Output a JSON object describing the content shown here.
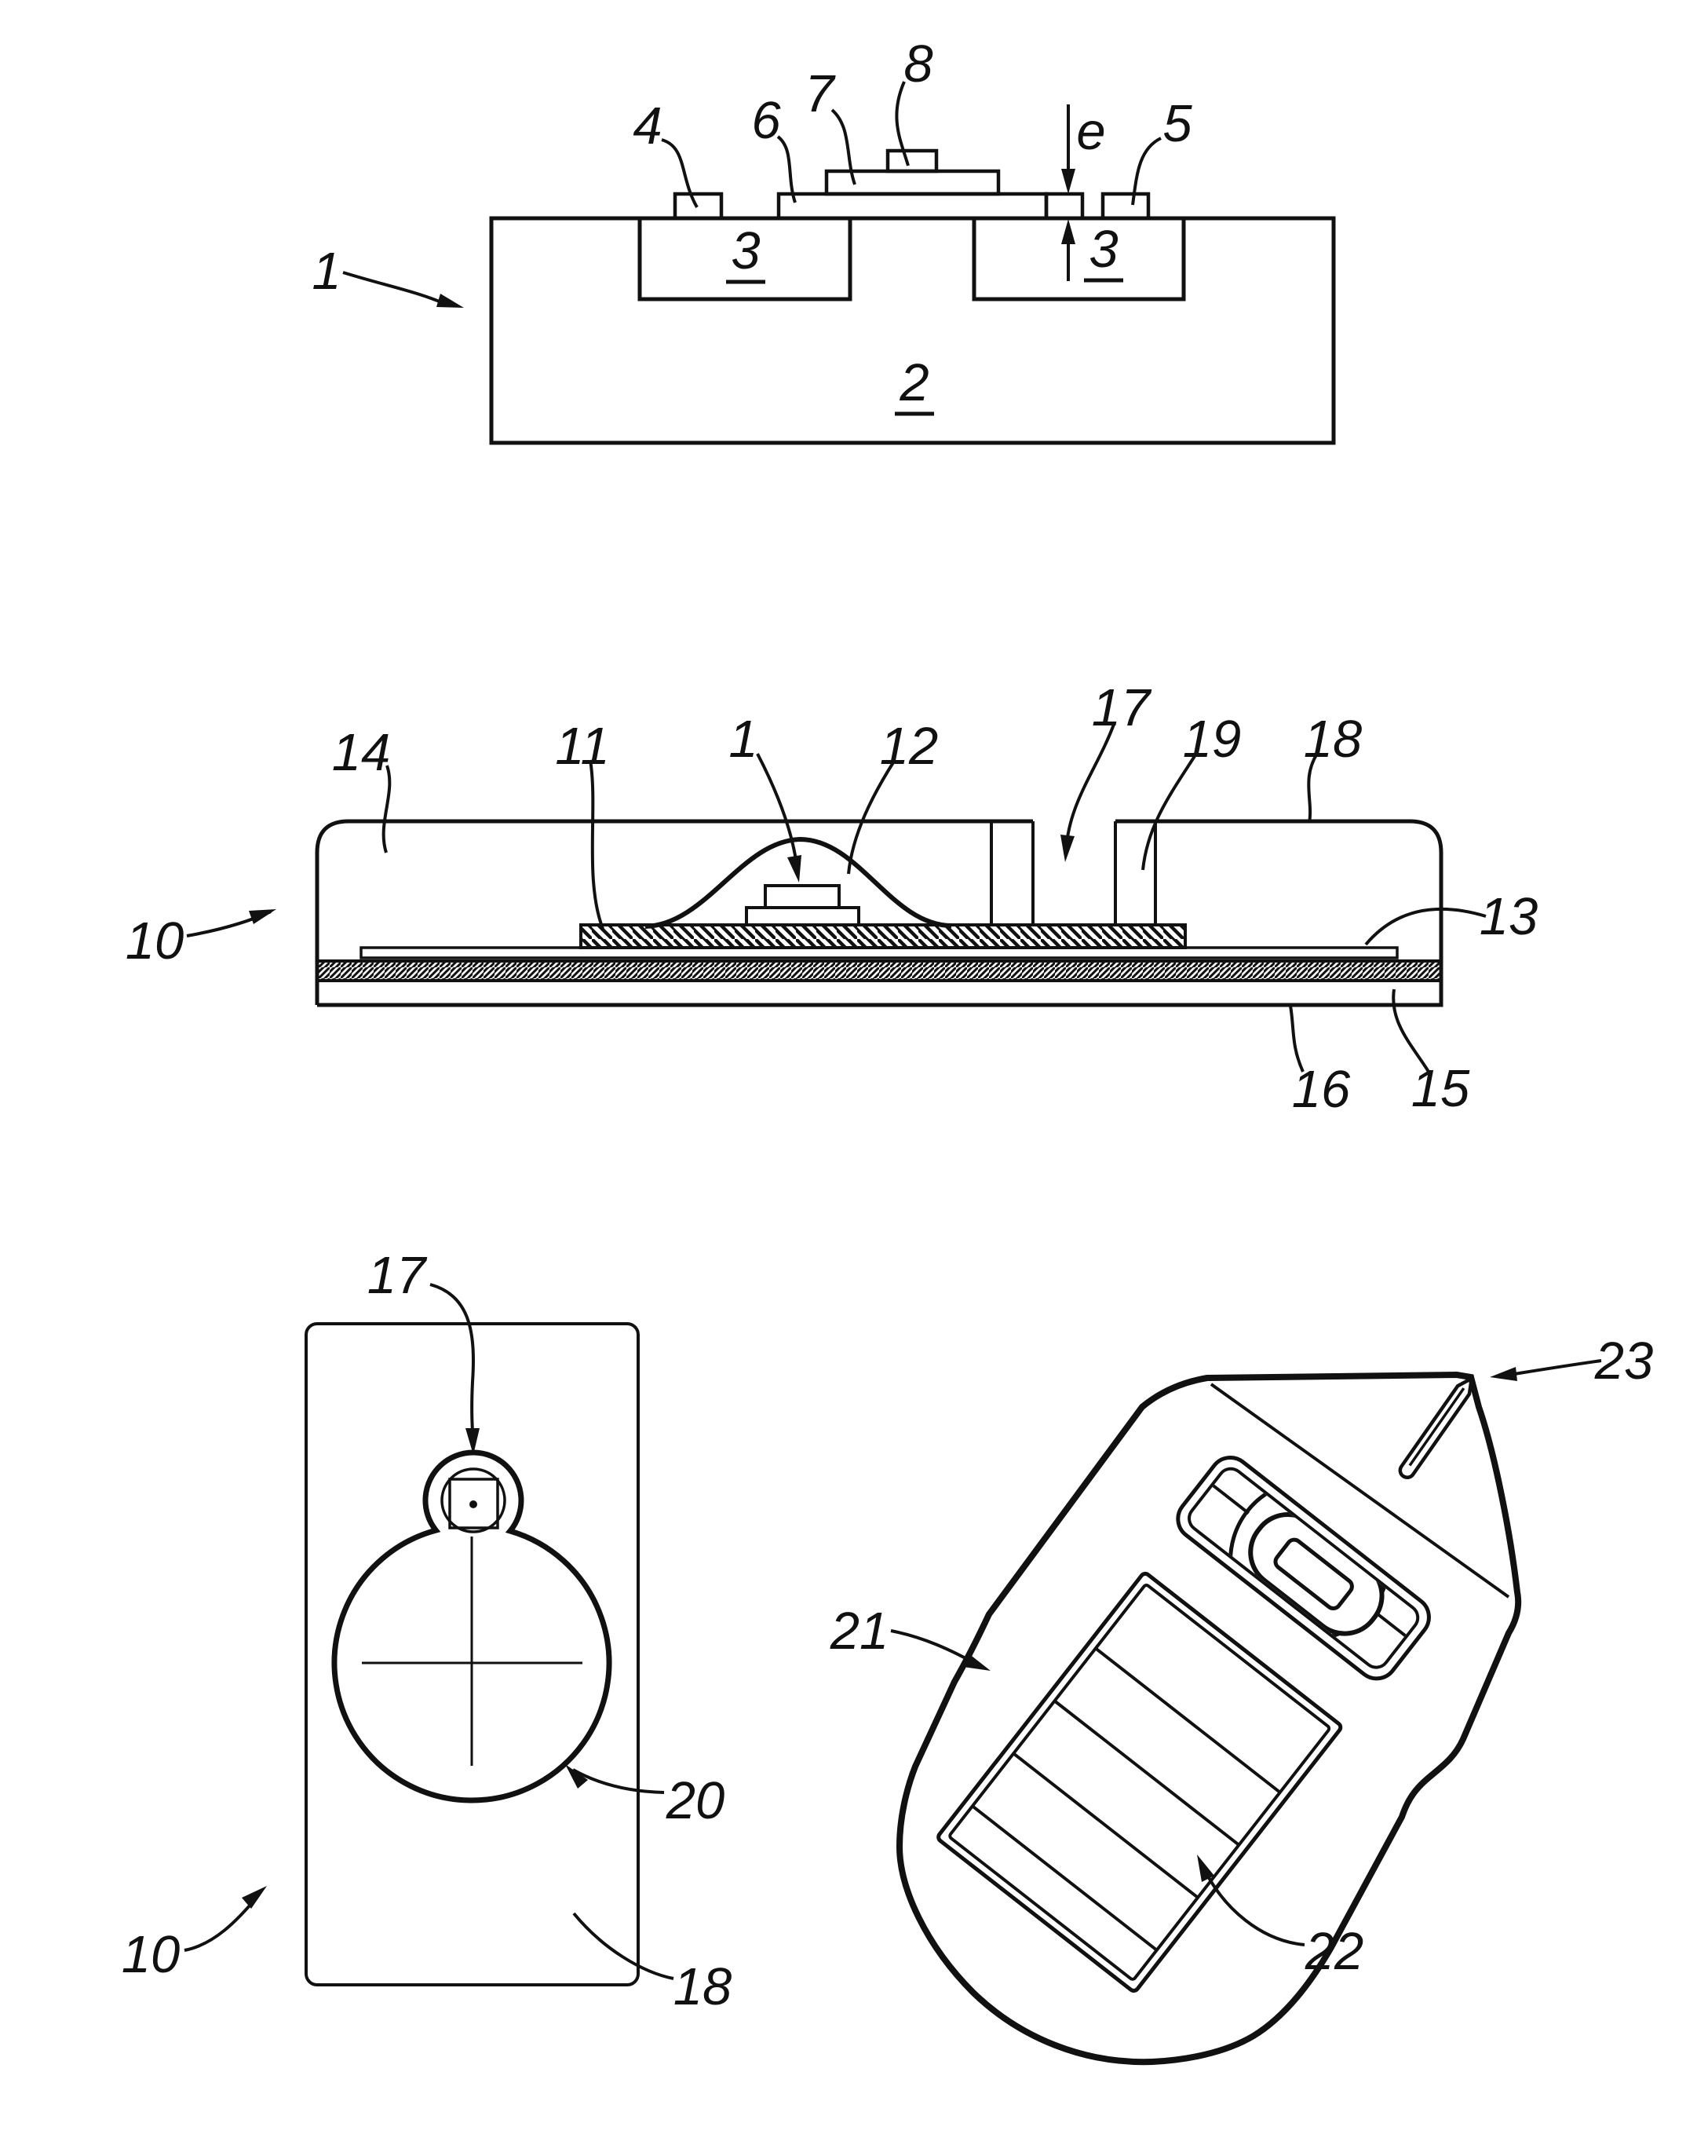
{
  "drawing": {
    "type": "patent-line-drawing",
    "ink_color": "#111111",
    "background_color": "#ffffff",
    "fig1_sensor_cross_section": {
      "labels": {
        "sensor_chip": "1",
        "substrate": "2",
        "well_left": "3",
        "well_right": "3",
        "contact_left": "4",
        "contact_right": "5",
        "lower_layer": "6",
        "middle_layer": "7",
        "top_element": "8",
        "thickness": "e"
      }
    },
    "fig2_package_cross_section": {
      "labels": {
        "package": "10",
        "die_attach_pad": "11",
        "sensor_chip": "1",
        "glob_top": "12",
        "substrate_film": "13",
        "cover_left": "14",
        "adhesive_layer": "15",
        "bottom_layer": "16",
        "opening": "17",
        "cover_right": "18",
        "opening_wall": "19"
      }
    },
    "fig3_card_top_view": {
      "labels": {
        "opening": "17",
        "window_circle": "20",
        "package": "10",
        "card_body": "18"
      }
    },
    "fig4_reader_device": {
      "labels": {
        "reader": "21",
        "display": "22",
        "stylus": "23"
      }
    }
  }
}
